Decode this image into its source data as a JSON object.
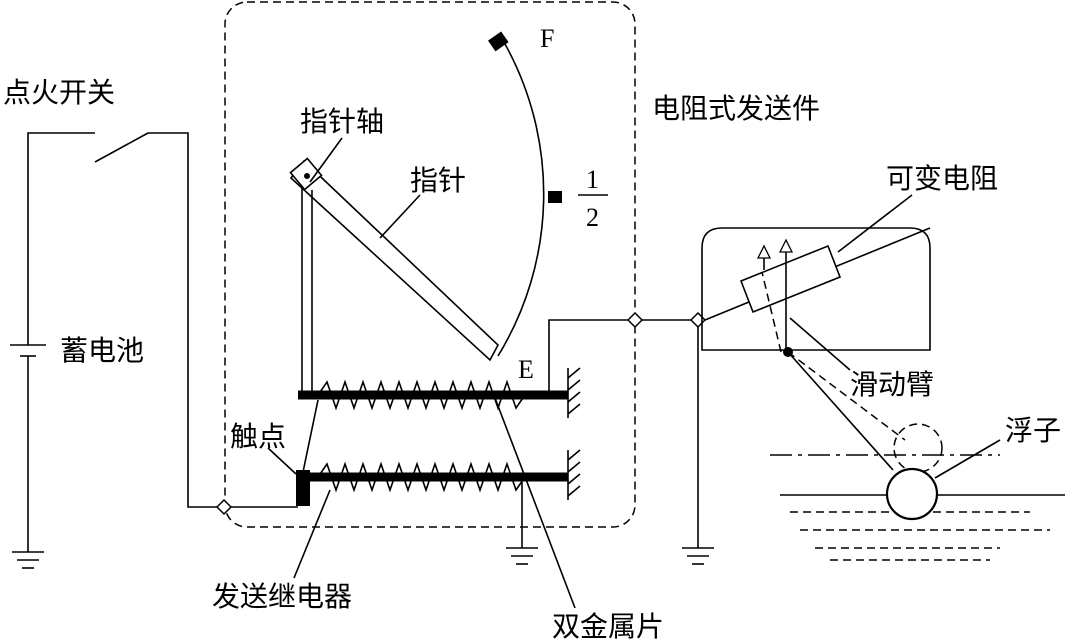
{
  "labels": {
    "ignition_switch": "点火开关",
    "battery": "蓄电池",
    "contact": "触点",
    "sender_relay": "发送继电器",
    "bimetal": "双金属片",
    "pointer_shaft": "指针轴",
    "pointer": "指针",
    "mark_full": "F",
    "mark_half_num": "1",
    "mark_half_den": "2",
    "mark_empty": "E",
    "resistive_sender": "电阻式发送件",
    "variable_resistor": "可变电阻",
    "sliding_arm": "滑动臂",
    "float": "浮子"
  }
}
